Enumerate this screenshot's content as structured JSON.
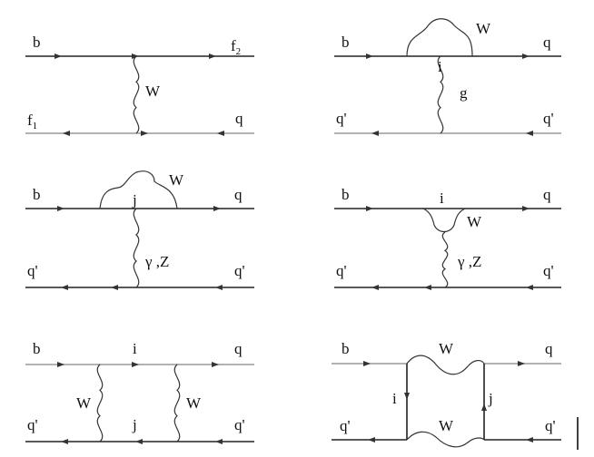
{
  "diagrams": [
    {
      "labels": {
        "in_top": "b",
        "out_top": "f",
        "out_top_sub": "2",
        "boson": "W",
        "in_bottom": "f",
        "in_bottom_sub": "1",
        "out_bottom": "q"
      }
    },
    {
      "labels": {
        "in_top": "b",
        "out_top": "q",
        "loop": "W",
        "vertex": "i",
        "boson": "g",
        "in_bottom": "q'",
        "out_bottom": "q'"
      }
    },
    {
      "labels": {
        "in_top": "b",
        "out_top": "q",
        "loop": "W",
        "vertex": "j",
        "boson": "γ ,Z",
        "in_bottom": "q'",
        "out_bottom": "q'"
      }
    },
    {
      "labels": {
        "in_top": "b",
        "out_top": "q",
        "loop": "W",
        "vertex": "i",
        "boson": "γ ,Z",
        "in_bottom": "q'",
        "out_bottom": "q'"
      }
    },
    {
      "labels": {
        "in_top": "b",
        "out_top": "q",
        "vertex_top": "i",
        "vertex_bottom": "j",
        "boson_left": "W",
        "boson_right": "W",
        "in_bottom": "q'",
        "out_bottom": "q'"
      }
    },
    {
      "labels": {
        "in_top": "b",
        "out_top": "q",
        "boson_top": "W",
        "boson_bottom": "W",
        "line_left": "i",
        "line_right": "j",
        "in_bottom": "q'",
        "out_bottom": "q'"
      }
    }
  ]
}
